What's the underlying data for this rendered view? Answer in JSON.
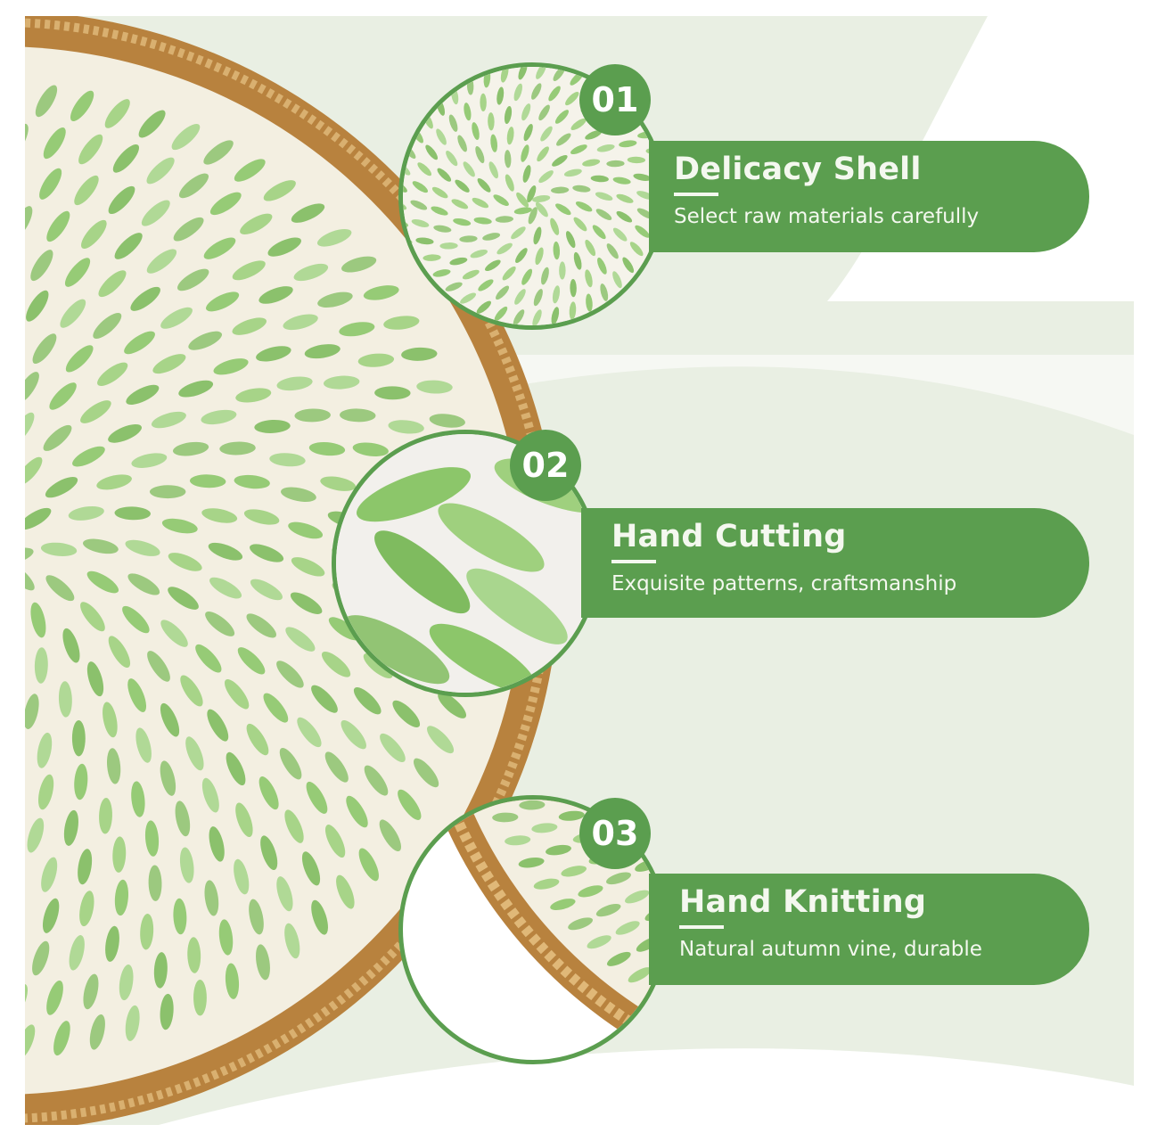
{
  "features": [
    {
      "number": "01",
      "title": "Delicacy Shell",
      "subtitle": "Select raw materials carefully"
    },
    {
      "number": "02",
      "title": "Hand Cutting",
      "subtitle": "Exquisite patterns, craftsmanship"
    },
    {
      "number": "03",
      "title": "Hand Knitting",
      "subtitle": "Natural autumn vine, durable"
    }
  ],
  "colors": {
    "accent": "#5b9e4f",
    "background": "#e9efe3",
    "rattan": "#c99a52",
    "shell": "#8cc66a"
  }
}
